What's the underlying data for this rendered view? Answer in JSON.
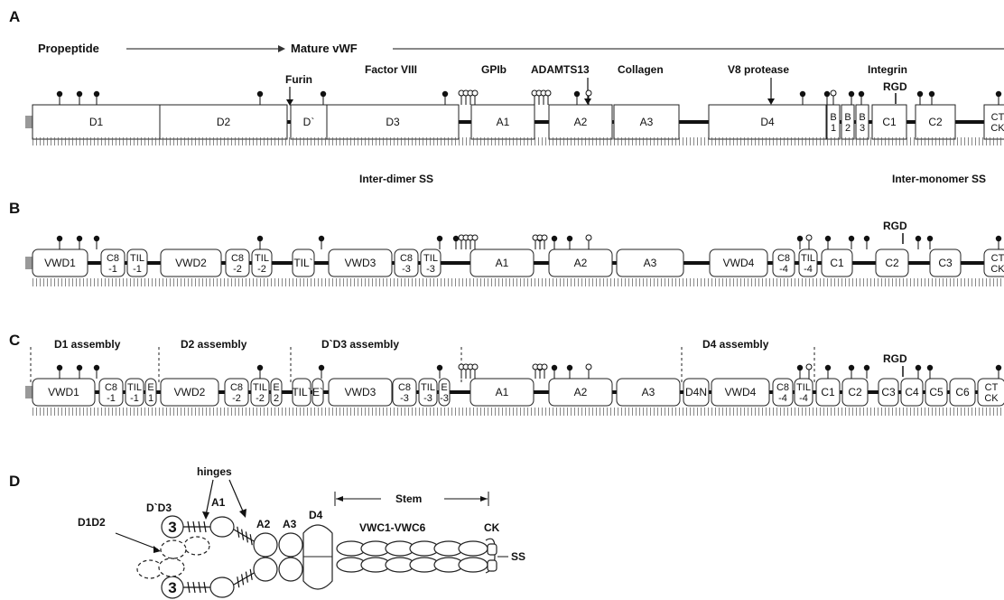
{
  "panels": {
    "A": {
      "letter": "A",
      "propeptide": "Propeptide",
      "mature": "Mature vWF",
      "top_labels": [
        "Furin",
        "Factor VIII",
        "GPIb",
        "ADAMTS13",
        "Collagen",
        "V8 protease",
        "Integrin",
        "RGD"
      ],
      "bottom_labels": [
        "Inter-dimer SS",
        "Inter-monomer SS"
      ],
      "domains": [
        "D1",
        "D2",
        "D`",
        "D3",
        "A1",
        "A2",
        "A3",
        "D4",
        "B\n1",
        "B\n2",
        "B\n3",
        "C1",
        "C2",
        "CT\nCK"
      ]
    },
    "B": {
      "letter": "B",
      "rgd": "RGD",
      "domains": [
        "VWD1",
        "C8\n-1",
        "TIL\n-1",
        "VWD2",
        "C8\n-2",
        "TIL\n-2",
        "TIL`",
        "VWD3",
        "C8\n-3",
        "TIL\n-3",
        "A1",
        "A2",
        "A3",
        "VWD4",
        "C8\n-4",
        "TIL\n-4",
        "C1",
        "C2",
        "C3",
        "CT\nCK"
      ]
    },
    "C": {
      "letter": "C",
      "rgd": "RGD",
      "assemblies": [
        "D1 assembly",
        "D2 assembly",
        "D`D3 assembly",
        "D4 assembly"
      ],
      "domains": [
        "VWD1",
        "C8\n-1",
        "TIL\n-1",
        "E\n1",
        "VWD2",
        "C8\n-2",
        "TIL\n-2",
        "E\n2",
        "TIL`",
        "E`",
        "VWD3",
        "C8\n-3",
        "TIL\n-3",
        "E\n-3",
        "A1",
        "A2",
        "A3",
        "D4N",
        "VWD4",
        "C8\n-4",
        "TIL\n-4",
        "C1",
        "C2",
        "C3",
        "C4",
        "C5",
        "C6",
        "CT\nCK"
      ]
    },
    "D": {
      "letter": "D",
      "hinges": "hinges",
      "ddd3": "D`D3",
      "d1d2": "D1D2",
      "a1": "A1",
      "a2": "A2",
      "a3": "A3",
      "d4": "D4",
      "stem": "Stem",
      "vwc": "VWC1-VWC6",
      "ck": "CK",
      "ss": "SS",
      "three": "3"
    }
  }
}
